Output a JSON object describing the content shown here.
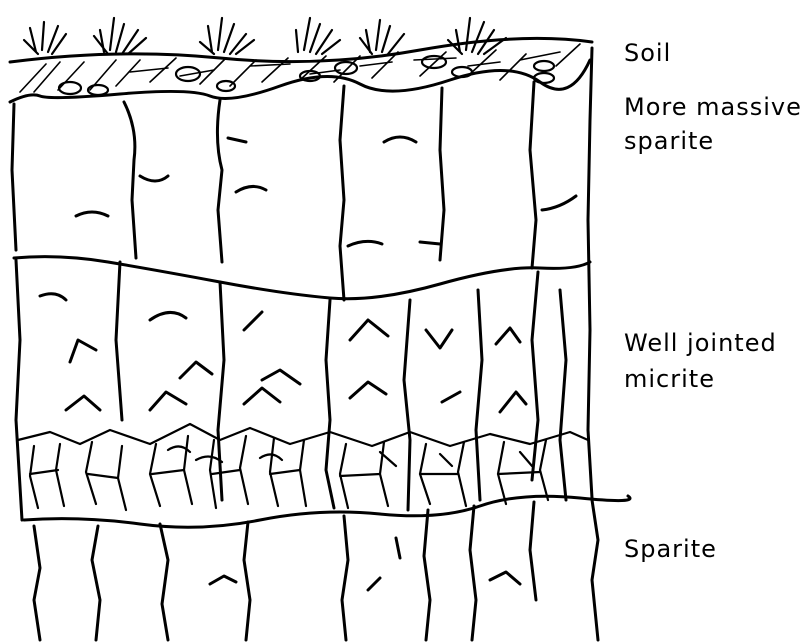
{
  "labels": {
    "soil": "Soil",
    "more_massive_line1": "More massive",
    "more_massive_line2": "sparite",
    "well_jointed_line1": "Well jointed",
    "well_jointed_line2": "micrite",
    "sparite": "Sparite"
  }
}
